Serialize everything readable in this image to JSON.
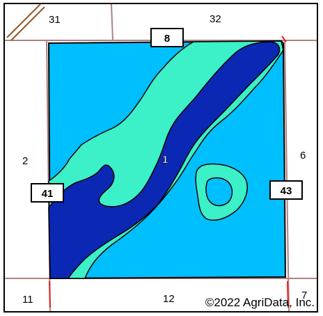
{
  "map": {
    "section_labels": {
      "nw": "31",
      "n": "32",
      "w": "2",
      "e": "6",
      "sw": "11",
      "s": "12",
      "se": "7"
    },
    "road_labels": {
      "north": "8",
      "west": "41",
      "east": "43"
    },
    "zone_label": "1",
    "copyright": "©2022 AgriData, Inc.",
    "colors": {
      "field": "#00bfff",
      "outer_zone": "#3cf0c8",
      "inner_zone": "#0a28b4",
      "section_lines": "#b08080",
      "road": "#8b5a2b",
      "accent_line": "#e02020"
    }
  }
}
